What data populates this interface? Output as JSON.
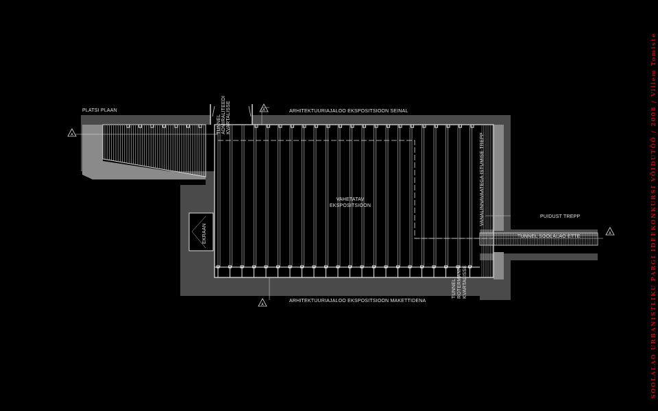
{
  "title_vertical": "SOOLALAO  URBANISTLIKU  PARGI  IDEEKONKURSI  VÕIDUTÖÖ  /  2008  /  Villem Tomiste",
  "labels": {
    "platsi_plaan": "PLATSI PLAAN",
    "tunnel_admiraliteedi": [
      "TUNNEL",
      "ADMIRALITEEDI",
      "KVARTALISSE"
    ],
    "seinal": "ARHITEKTUURIAJALOO EKSPOSITSIOON SEINAL",
    "vahetatav": [
      "VAHETATAV",
      "EKSPOSITSIOON"
    ],
    "istumise_trepp": "VANALINNAVAATEGA ISTUMISE TREPP",
    "puidust_trepp": "PUIDUST TREPP",
    "tunnel_soolalao": "TUNNEL SOOLALAO ETTE",
    "ekraan": "EKRAAN",
    "makettidena": "ARHITEKTUURIAJALOO EKSPOSITSIOON MAKETTIDENA",
    "tunnel_rotermanni": [
      "TUNNEL",
      "ROTERMANNI",
      "KVARTALISSE"
    ],
    "section_marker": "A"
  },
  "colors": {
    "background": "#000000",
    "wall": "#4a4a4a",
    "wall_light": "#8a8a8a",
    "line": "#e0e0e0",
    "title": "#b01010"
  }
}
